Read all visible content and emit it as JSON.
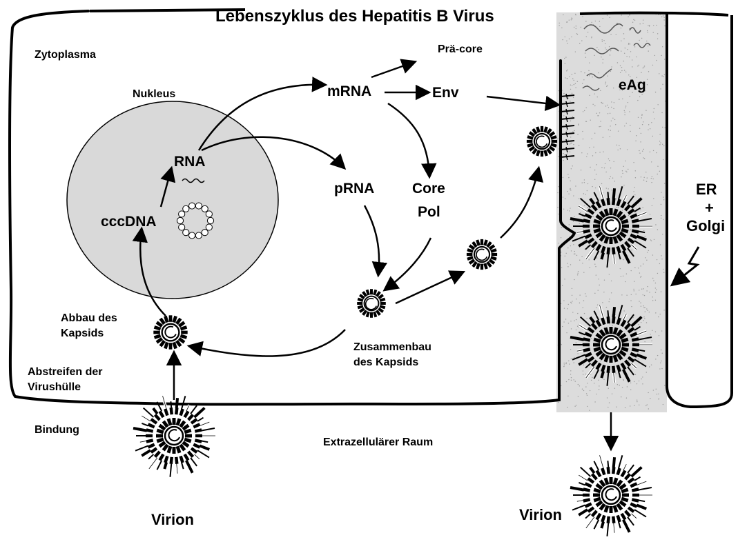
{
  "title": "Lebenszyklus des Hepatitis B Virus",
  "labels": {
    "zytoplasma": "Zytoplasma",
    "nukleus": "Nukleus",
    "prae_core": "Prä-core",
    "mrna": "mRNA",
    "env": "Env",
    "eag": "eAg",
    "rna": "RNA",
    "prna": "pRNA",
    "core": "Core",
    "pol": "Pol",
    "cccdna": "cccDNA",
    "er": "ER",
    "plus": "+",
    "golgi": "Golgi",
    "abbau_1": "Abbau des",
    "abbau_2": "Kapsids",
    "zusammenbau_1": "Zusammenbau",
    "zusammenbau_2": "des Kapsids",
    "abstreifen_1": "Abstreifen der",
    "abstreifen_2": "Virushülle",
    "bindung": "Bindung",
    "extrazellulaer": "Extrazellulärer Raum",
    "virion_left": "Virion",
    "virion_right": "Virion"
  },
  "colors": {
    "line": "#000000",
    "nucleus_fill": "#d9d9d9",
    "er_fill": "#dcdcdc"
  }
}
